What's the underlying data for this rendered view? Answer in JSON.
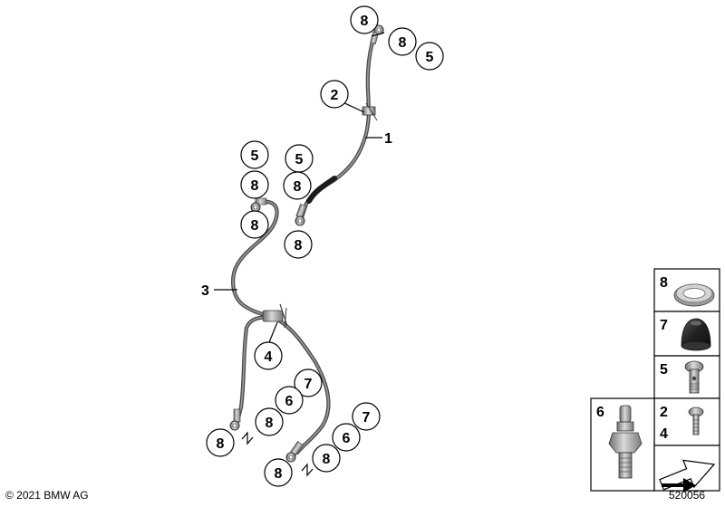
{
  "diagram": {
    "callouts": [
      "8",
      "8",
      "5",
      "2",
      "5",
      "5",
      "8",
      "8",
      "8",
      "8",
      "7",
      "6",
      "8",
      "8",
      "7",
      "6",
      "8",
      "8",
      "4"
    ],
    "part_labels": [
      "1",
      "3"
    ],
    "legend": {
      "cells": [
        {
          "number": "8",
          "part": "sealing-ring"
        },
        {
          "number": "7",
          "part": "dust-cap"
        },
        {
          "number": "5",
          "part": "banjo-bolt"
        },
        {
          "number": "2",
          "number2": "4",
          "part": "screw"
        },
        {
          "number": "6",
          "part": "bleeder-valve"
        }
      ]
    },
    "footer": {
      "copyright": "© 2021 BMW AG",
      "diagram_id": "520056"
    }
  }
}
